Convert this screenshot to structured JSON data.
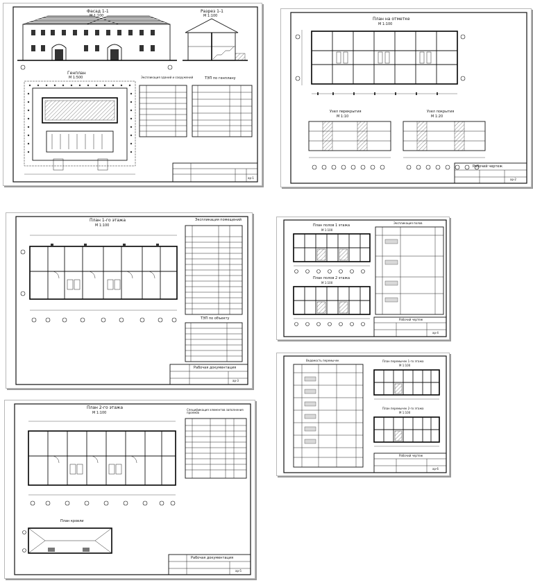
{
  "sheets": {
    "sheet1": {
      "facade_title": "Фасад 1-1",
      "facade_scale": "М 1:100",
      "section_title": "Разрез 1-1",
      "section_scale": "М 1:100",
      "genplan_title": "Генплан",
      "genplan_scale": "М 1:500",
      "explication_title": "Экспликация зданий и сооружений",
      "tep_title": "ТЭП по генплану",
      "sheet_label": "ар-1"
    },
    "sheet2": {
      "plan_title": "План на отметке",
      "plan_scale": "М 1:100",
      "detail1_title": "Узел перекрытия",
      "detail1_scale": "М 1:10",
      "detail2_title": "Узел покрытия",
      "detail2_scale": "М 1:20",
      "stamp_title": "Рабочий чертеж",
      "sheet_label": "ар-2"
    },
    "sheet3": {
      "plan_title": "План 1-го этажа",
      "plan_scale": "М 1:100",
      "explication_title": "Экспликация помещений",
      "tep_title": "ТЭП по объекту",
      "stamp_title": "Рабочая документация",
      "sheet_label": "ар-3"
    },
    "sheet4": {
      "plan1_title": "План полов 1 этажа",
      "plan1_scale": "М 1:100",
      "plan2_title": "План полов 2 этажа",
      "plan2_scale": "М 1:100",
      "floors_title": "Экспликация полов",
      "stamp_title": "Рабочий чертеж",
      "sheet_label": "ар-4"
    },
    "sheet5": {
      "plan_title": "План 2-го этажа",
      "plan_scale": "М 1:100",
      "spec_title": "Спецификация элементов заполнения проемов",
      "roof_title": "План кровли",
      "stamp_title": "Рабочая документация",
      "sheet_label": "ар-5"
    },
    "sheet6": {
      "table_title": "Ведомость перемычек",
      "plan1_title": "План перемычек 1-го этажа",
      "plan1_scale": "М 1:100",
      "plan2_title": "План перемычек 2-го этажа",
      "plan2_scale": "М 1:100",
      "stamp_title": "Рабочий чертеж",
      "sheet_label": "ар-6"
    }
  },
  "colors": {
    "line": "#111111",
    "paper": "#ffffff",
    "shadow": "#9a9a9a"
  }
}
